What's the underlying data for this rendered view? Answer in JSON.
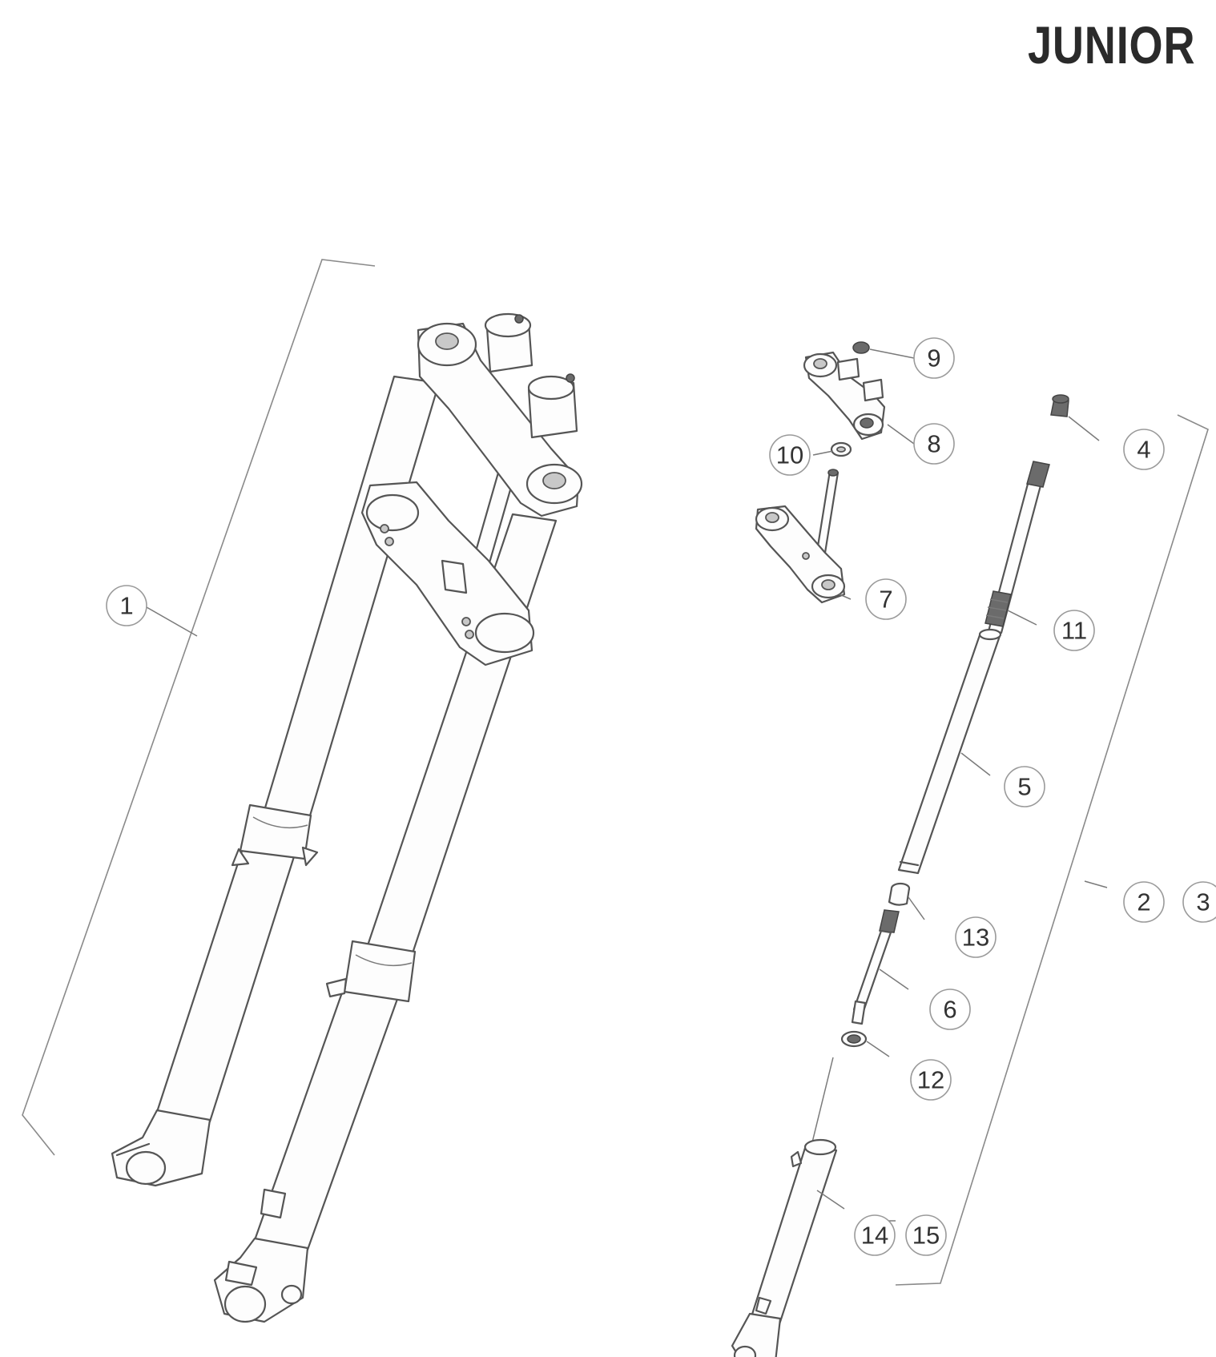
{
  "title": "JUNIOR",
  "callouts": {
    "c1": "1",
    "c2": "2",
    "c3": "3",
    "c4": "4",
    "c5": "5",
    "c6": "6",
    "c7": "7",
    "c8": "8",
    "c9": "9",
    "c10": "10",
    "c11": "11",
    "c12": "12",
    "c13": "13",
    "c14": "14",
    "c15": "15"
  }
}
